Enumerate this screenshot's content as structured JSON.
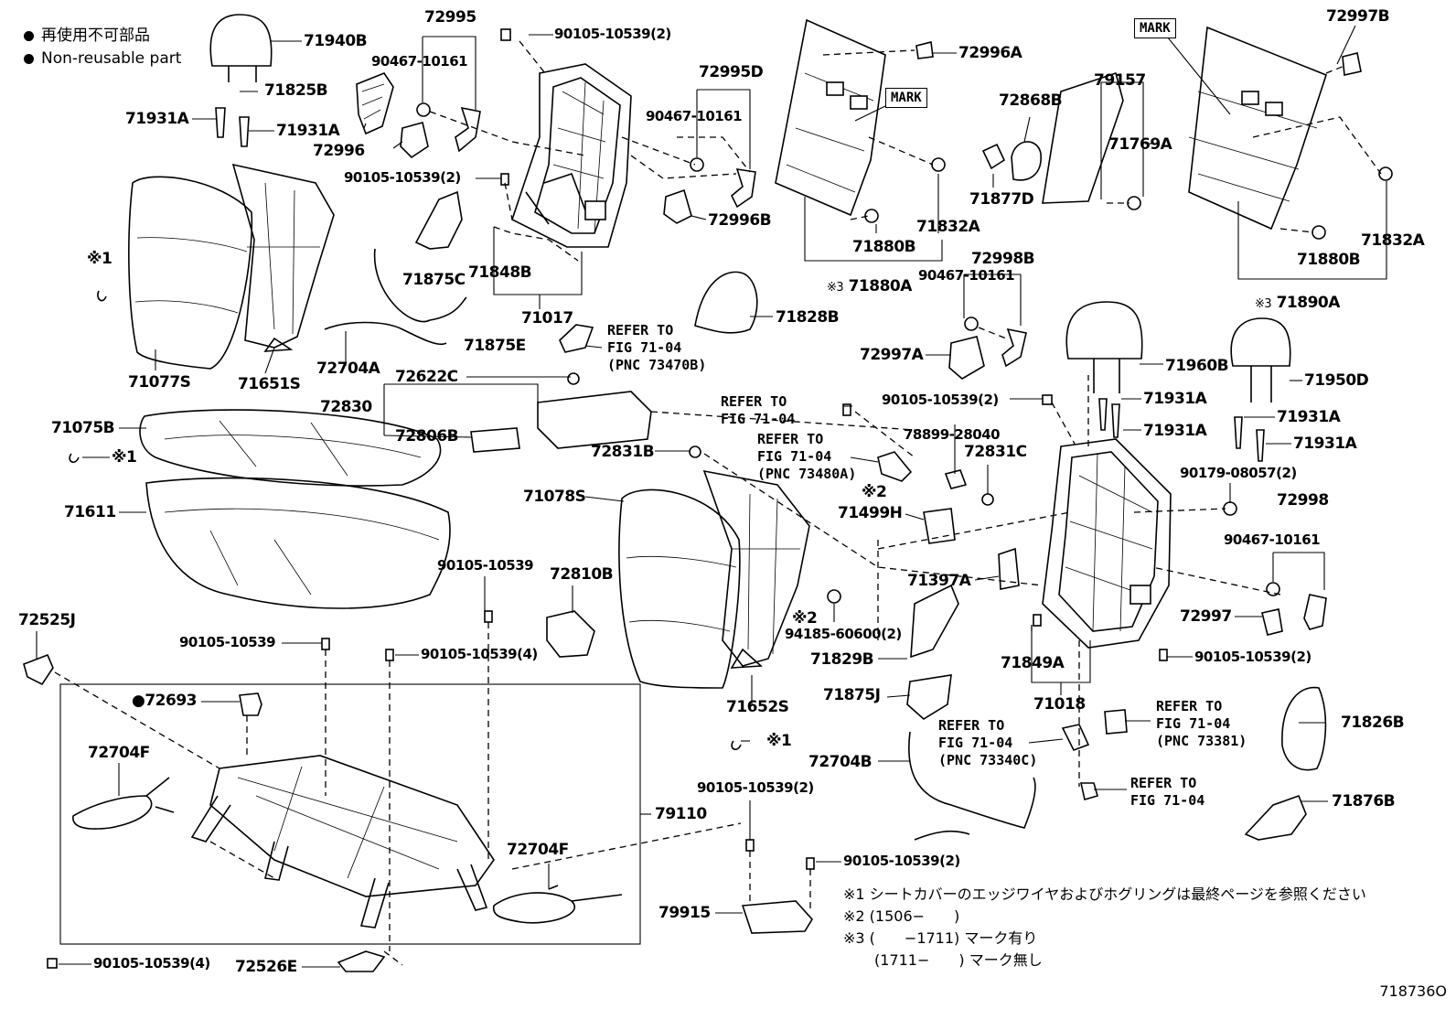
{
  "legend": {
    "jp": "再使用不可部品",
    "en": "Non-reusable part"
  },
  "labels": {
    "l71940B": "71940B",
    "l72995": "72995",
    "l90105_a": "90105-10539(2)",
    "l90467_a": "90467-10161",
    "l71825B": "71825B",
    "l71931A_1": "71931A",
    "l71931A_2": "71931A",
    "l72996": "72996",
    "l72995D": "72995D",
    "l90467_b": "90467-10161",
    "l72996A": "72996A",
    "l72996B": "72996B",
    "l90105_b": "90105-10539(2)",
    "x1_a": "※1",
    "l71875C": "71875C",
    "l71848B": "71848B",
    "l71017": "71017",
    "l71875E": "71875E",
    "l71828B": "71828B",
    "l71077S": "71077S",
    "l71651S": "71651S",
    "l72704A": "72704A",
    "l72622C": "72622C",
    "l72830": "72830",
    "l72806B": "72806B",
    "l72831B": "72831B",
    "l71075B": "71075B",
    "x1_b": "※1",
    "l71611": "71611",
    "l71078S": "71078S",
    "l72810B": "72810B",
    "l90105_c": "90105-10539",
    "l72525J": "72525J",
    "l90105_d": "90105-10539",
    "l90105_e": "90105-10539(4)",
    "l72693": "72693",
    "l72704F_1": "72704F",
    "l72704F_2": "72704F",
    "l79110": "79110",
    "l71652S": "71652S",
    "x1_c": "※1",
    "l90105_f": "90105-10539(4)",
    "l72526E": "72526E",
    "l79915": "79915",
    "l90105_g": "90105-10539(2)",
    "l90105_h": "90105-10539(2)",
    "l72868B": "72868B",
    "l79157": "79157",
    "l71769A": "71769A",
    "l71877D": "71877D",
    "l71832A_1": "71832A",
    "l71880B_1": "71880B",
    "l71880A": "71880A",
    "x3_a": "※3",
    "l72997B": "72997B",
    "l71832A_2": "71832A",
    "l71880B_2": "71880B",
    "l71890A": "71890A",
    "x3_b": "※3",
    "l72998B": "72998B",
    "l90467_c": "90467-10161",
    "l72997A": "72997A",
    "l90105_i": "90105-10539(2)",
    "l71960B": "71960B",
    "l71931A_3": "71931A",
    "l71931A_4": "71931A",
    "l71950D": "71950D",
    "l71931A_5": "71931A",
    "l71931A_6": "71931A",
    "l78899": "78899-28040",
    "l72831C": "72831C",
    "x2_a": "※2",
    "l71499H": "71499H",
    "l90179": "90179-08057(2)",
    "l72998": "72998",
    "l90467_d": "90467-10161",
    "l71397A": "71397A",
    "x2_b": "※2",
    "l94185": "94185-60600(2)",
    "l72997": "72997",
    "l71829B": "71829B",
    "l71849A": "71849A",
    "l90105_j": "90105-10539(2)",
    "l71875J": "71875J",
    "l71018": "71018",
    "l71826B": "71826B",
    "l72704B": "72704B",
    "l71876B": "71876B"
  },
  "refs": {
    "r1": "REFER TO\nFIG 71-04\n(PNC 73470B)",
    "r2": "REFER TO\nFIG 71-04",
    "r3": "REFER TO\nFIG 71-04\n(PNC 73480A)",
    "r4": "REFER TO\nFIG 71-04\n(PNC 73340C)",
    "r5": "REFER TO\nFIG 71-04\n(PNC 73381)",
    "r6": "REFER TO\nFIG 71-04"
  },
  "marks": {
    "m1": "MARK",
    "m2": "MARK"
  },
  "notes": {
    "n1": "※1 シートカバーのエッジワイヤおよびホグリングは最終ページを参照ください",
    "n2": "※2 (1506−　　)",
    "n3": "※3 (　　−1711) マーク有り",
    "n4": "(1711−　　) マーク無し"
  },
  "figure_id": "718736O"
}
